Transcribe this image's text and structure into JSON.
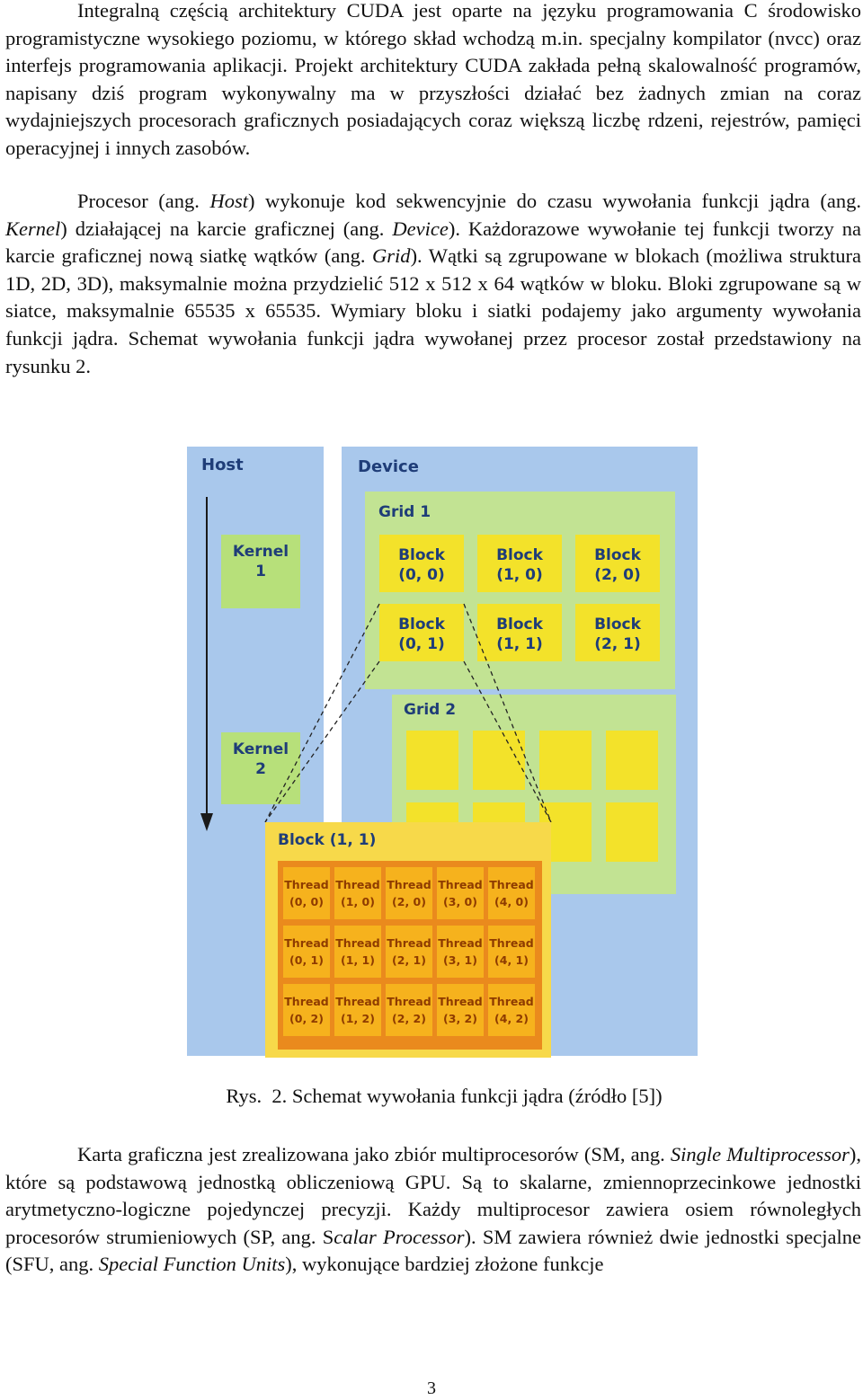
{
  "paragraph1": {
    "parts": [
      {
        "t": "Integralną częścią architektury CUDA jest oparte na języku programowania C środowisko programistyczne wysokiego poziomu, w którego skład wchodzą m.in. specjalny kompilator (nvcc) oraz interfejs programowania aplikacji. Projekt architektury CUDA zakłada pełną skalowalność programów, napisany dziś program wykonywalny ma w przyszłości działać bez żadnych zmian na coraz wydajniejszych procesorach graficznych posiadających coraz większą liczbę rdzeni, rejestrów, pamięci operacyjnej i innych zasobów."
      }
    ]
  },
  "paragraph2": {
    "parts": [
      {
        "t": "Procesor (ang. "
      },
      {
        "t": "Host",
        "i": true
      },
      {
        "t": ") wykonuje kod sekwencyjnie do czasu wywołania funkcji jądra (ang. "
      },
      {
        "t": "Kernel",
        "i": true
      },
      {
        "t": ") działającej na karcie graficznej (ang. "
      },
      {
        "t": "Device",
        "i": true
      },
      {
        "t": "). Każdorazowe wywołanie tej funkcji tworzy na karcie graficznej nową siatkę wątków (ang. "
      },
      {
        "t": "Grid",
        "i": true
      },
      {
        "t": "). Wątki są zgrupowane w blokach (możliwa struktura 1D, 2D, 3D), maksymalnie można przydzielić 512 x 512 x 64 wątków w bloku. Bloki zgrupowane są w siatce, maksymalnie 65535 x 65535. Wymiary bloku i siatki podajemy jako argumenty wywołania funkcji jądra. Schemat wywołania funkcji jądra wywołanej przez procesor został przedstawiony na rysunku 2."
      }
    ]
  },
  "figure": {
    "host_label": "Host",
    "device_label": "Device",
    "kernels": [
      "Kernel\n1",
      "Kernel\n2"
    ],
    "grid1_label": "Grid 1",
    "grid2_label": "Grid 2",
    "grid1_blocks": [
      "Block\n(0, 0)",
      "Block\n(1, 0)",
      "Block\n(2, 0)",
      "Block\n(0, 1)",
      "Block\n(1, 1)",
      "Block\n(2, 1)"
    ],
    "zoom_block_label": "Block (1, 1)",
    "threads": [
      "Thread\n(0, 0)",
      "Thread\n(1, 0)",
      "Thread\n(2, 0)",
      "Thread\n(3, 0)",
      "Thread\n(4, 0)",
      "Thread\n(0, 1)",
      "Thread\n(1, 1)",
      "Thread\n(2, 1)",
      "Thread\n(3, 1)",
      "Thread\n(4, 1)",
      "Thread\n(0, 2)",
      "Thread\n(1, 2)",
      "Thread\n(2, 2)",
      "Thread\n(3, 2)",
      "Thread\n(4, 2)"
    ],
    "colors": {
      "host_bg": "#a9c8ec",
      "device_bg": "#a9c8ec",
      "kernel_fill": "#b7e07a",
      "grid_bg": "#c2e393",
      "block_fill": "#f3e22a",
      "zoom_bg": "#f7d94a",
      "zoom_inner": "#ea8a1d",
      "thread_fill": "#f6b21d",
      "thread_text": "#8e3b00"
    }
  },
  "caption": {
    "label": "Rys.",
    "text": "2. Schemat wywołania funkcji jądra (źródło [5])"
  },
  "paragraph3": {
    "parts": [
      {
        "t": "Karta graficzna jest zrealizowana jako zbiór multiprocesorów (SM, ang. "
      },
      {
        "t": "Single Multiprocessor",
        "i": true
      },
      {
        "t": "), które są podstawową jednostką obliczeniową GPU. Są to skalarne, zmiennoprzecinkowe jednostki arytmetyczno-logiczne pojedynczej precyzji. Każdy multiprocesor zawiera osiem równoległych procesorów strumieniowych (SP, ang. S"
      },
      {
        "t": "calar Processor",
        "i": true
      },
      {
        "t": "). SM zawiera również dwie jednostki specjalne (SFU, ang. "
      },
      {
        "t": "Special Function Units",
        "i": true
      },
      {
        "t": "), wykonujące bardziej złożone funkcje"
      }
    ]
  },
  "page_number": "3"
}
